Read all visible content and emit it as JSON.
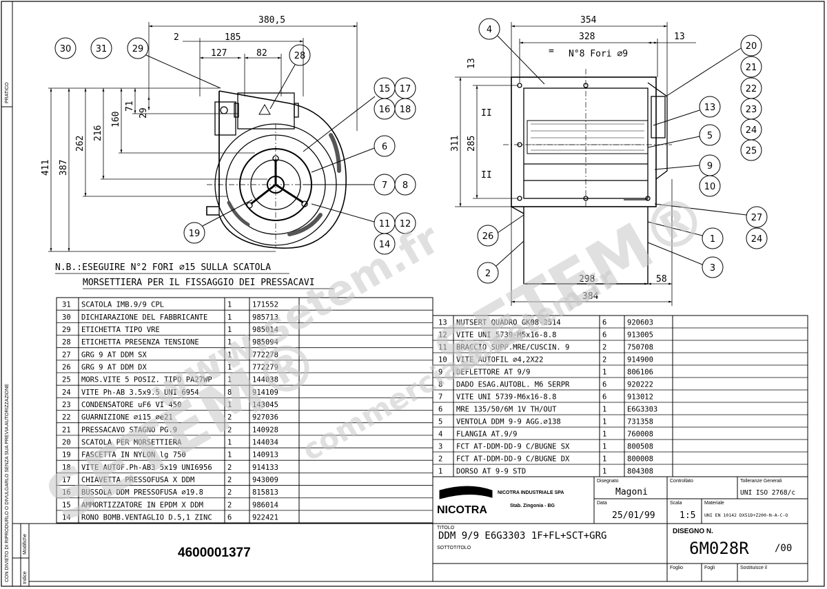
{
  "front_view": {
    "dims": {
      "top_width": "380,5",
      "d2": "2",
      "d185": "185",
      "d127": "127",
      "d82": "82",
      "h411": "411",
      "h387": "387",
      "h262": "262",
      "h216": "216",
      "h160": "160",
      "h71": "71",
      "h29": "29"
    },
    "balloons": [
      "30",
      "31",
      "29",
      "28",
      "15",
      "17",
      "16",
      "18",
      "6",
      "7",
      "8",
      "11",
      "12",
      "14",
      "19"
    ]
  },
  "side_view": {
    "dims": {
      "top_width": "354",
      "d328": "328",
      "d13": "13",
      "h13": "13",
      "h311": "311",
      "h285": "285",
      "w298": "298",
      "w58": "58",
      "w384": "384"
    },
    "note": "N°8 Fori ∅9",
    "equal_sign": "=",
    "parallel_mark": "II",
    "balloons_left": [
      "4",
      "26",
      "2"
    ],
    "balloons_right": [
      "20",
      "21",
      "22",
      "23",
      "24",
      "25",
      "13",
      "5",
      "9",
      "10",
      "27",
      "1",
      "24",
      "3"
    ]
  },
  "notes": {
    "line1": "N.B.:ESEGUIRE N°2 FORI ∅15 SULLA SCATOLA",
    "line2": "MORSETTIERA PER IL FISSAGGIO DEI PRESSACAVI"
  },
  "bom_left": [
    [
      "31",
      "SCATOLA IMB.9/9 CPL",
      "1",
      "171552"
    ],
    [
      "30",
      "DICHIARAZIONE DEL FABBRICANTE",
      "1",
      "985713"
    ],
    [
      "29",
      "ETICHETTA TIPO VRE",
      "1",
      "985014"
    ],
    [
      "28",
      "ETICHETTA PRESENZA TENSIONE",
      "1",
      "985094"
    ],
    [
      "27",
      "GRG 9 AT DDM SX",
      "1",
      "772278"
    ],
    [
      "26",
      "GRG 9 AT DDM DX",
      "1",
      "772279"
    ],
    [
      "25",
      "MORS.VITE 5 POSIZ. TIPO PA27WP",
      "1",
      "144038"
    ],
    [
      "24",
      "VITE Ph-AB 3.5x9.5 UNI 6954",
      "8",
      "914109"
    ],
    [
      "23",
      "CONDENSATORE uF6 VI 450",
      "1",
      "143045"
    ],
    [
      "22",
      "GUARNIZIONE ∅i15 ∅e21",
      "2",
      "927036"
    ],
    [
      "21",
      "PRESSACAVO STAGNO PG.9",
      "2",
      "140928"
    ],
    [
      "20",
      "SCATOLA PER MORSETTIERA",
      "1",
      "144034"
    ],
    [
      "19",
      "FASCETTA IN NYLON lg 750",
      "1",
      "140913"
    ],
    [
      "18",
      "VITE AUTOF.Ph-AB3 5x19 UNI6956",
      "2",
      "914133"
    ],
    [
      "17",
      "CHIAVETTA PRESSOFUSA X DDM",
      "2",
      "943009"
    ],
    [
      "16",
      "BUSSOLA DDM PRESSOFUSA ∅19.8",
      "2",
      "815813"
    ],
    [
      "15",
      "AMMORTIZZATORE IN EPDM X DDM",
      "2",
      "986014"
    ],
    [
      "14",
      "RONO BOMB.VENTAGLIO D.5,1 ZINC",
      "6",
      "922421"
    ]
  ],
  "bom_right": [
    [
      "13",
      "NUTSERT QUADRO GK08-2514",
      "6",
      "920603"
    ],
    [
      "12",
      "VITE UNI 5739-M5x16-8.8",
      "6",
      "913005"
    ],
    [
      "11",
      "BRACCIO SUPP.MRE/CUSCIN. 9",
      "2",
      "750708"
    ],
    [
      "10",
      "VITE AUTOFIL ∅4,2X22",
      "2",
      "914900"
    ],
    [
      "9",
      "DEFLETTORE AT 9/9",
      "1",
      "806106"
    ],
    [
      "8",
      "DADO ESAG.AUTOBL. M6 SERPR",
      "6",
      "920222"
    ],
    [
      "7",
      "VITE UNI 5739-M6x16-8.8",
      "6",
      "913012"
    ],
    [
      "6",
      "MRE 135/50/6M 1V TH/OUT",
      "1",
      "E6G3303"
    ],
    [
      "5",
      "VENTOLA DDM 9-9 AGG.∅138",
      "1",
      "731358"
    ],
    [
      "4",
      "FLANGIA AT.9/9",
      "1",
      "760008"
    ],
    [
      "3",
      "FCT AT-DDM-DD-9 C/BUGNE SX",
      "1",
      "800508"
    ],
    [
      "2",
      "FCT AT-DDM-DD-9 C/BUGNE DX",
      "1",
      "800008"
    ],
    [
      "1",
      "DORSO AT 9-9 STD",
      "1",
      "804308"
    ]
  ],
  "title_block": {
    "company_line1": "NICOTRA INDUSTRIALE SPA",
    "company_line2": "Stab. Zingonia - BG",
    "logo": "NICOTRA",
    "disegnato_label": "Disegnato",
    "disegnato": "Magoni",
    "controllato_label": "Controllato",
    "tolleranze_label": "Tolleranze Generali",
    "tolleranze": "UNI ISO 2768/c",
    "data_label": "Data",
    "data": "25/01/99",
    "scala_label": "Scala",
    "scala": "1:5",
    "materiale_label": "Materiale",
    "materiale": "UNI EN 10142 DX51D+Z200-N-A-C-O",
    "titolo_label": "TITOLO",
    "titolo": "DDM 9/9 E6G3303 1F+FL+SCT+GRG",
    "sottotitolo_label": "SOTTOTITOLO",
    "disegno_label": "DISEGNO N.",
    "disegno": "6M028R",
    "revisione": "/00",
    "foglio_label": "Foglio",
    "fogli_label": "Fogli",
    "sostituisce_label": "Sostituisce il",
    "part_number": "4600001377"
  },
  "margin": {
    "pratico": "PRATICO",
    "modifiche": "Modifiche",
    "indice": "Indice",
    "copyright": "CON DIVIETO DI RIPRODURLO O DIVULGARLO SENZA SUA PREVIA AUTORIZZAZIONE"
  },
  "watermarks": {
    "w1": "SETEM®",
    "w2": "www.setem.fr",
    "w3": "commercial@setem.fr"
  }
}
